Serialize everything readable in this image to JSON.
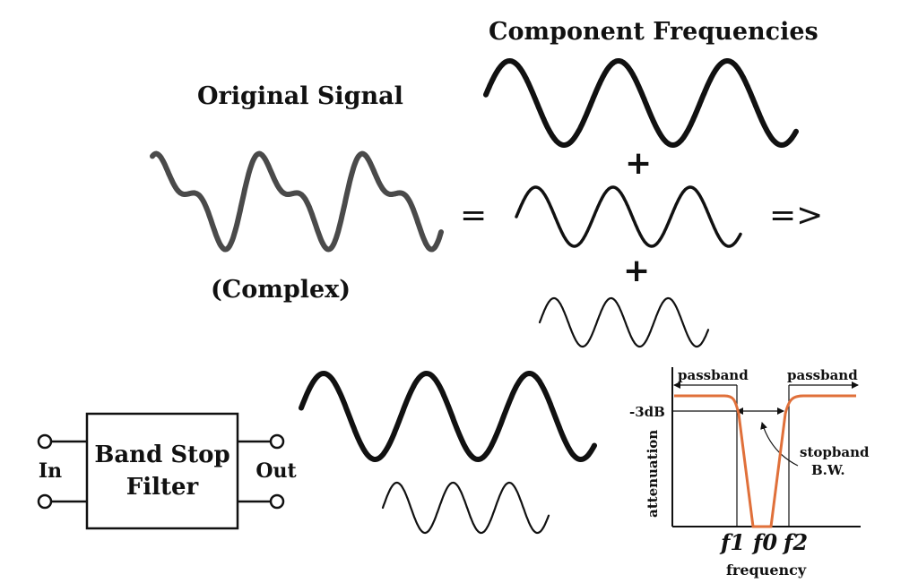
{
  "labels": {
    "original_signal": "Original Signal",
    "complex": "(Complex)",
    "component_frequencies": "Component Frequencies",
    "equals": "=",
    "plus": "+",
    "arrow": "=>"
  },
  "filter": {
    "line1": "Band Stop",
    "line2": "Filter",
    "in_label": "In",
    "out_label": "Out"
  },
  "response": {
    "passband_left": "passband",
    "passband_right": "passband",
    "db_marker": "-3dB",
    "ylabel": "attenuation",
    "stopband_line1": "stopband",
    "stopband_line2": "B.W.",
    "f1": "f1",
    "f0": "f0",
    "f2": "f2",
    "xlabel": "frequency",
    "curve_color": "#e0703a"
  },
  "colors": {
    "ink": "#111111",
    "complex_wave": "#4a4a4a"
  }
}
